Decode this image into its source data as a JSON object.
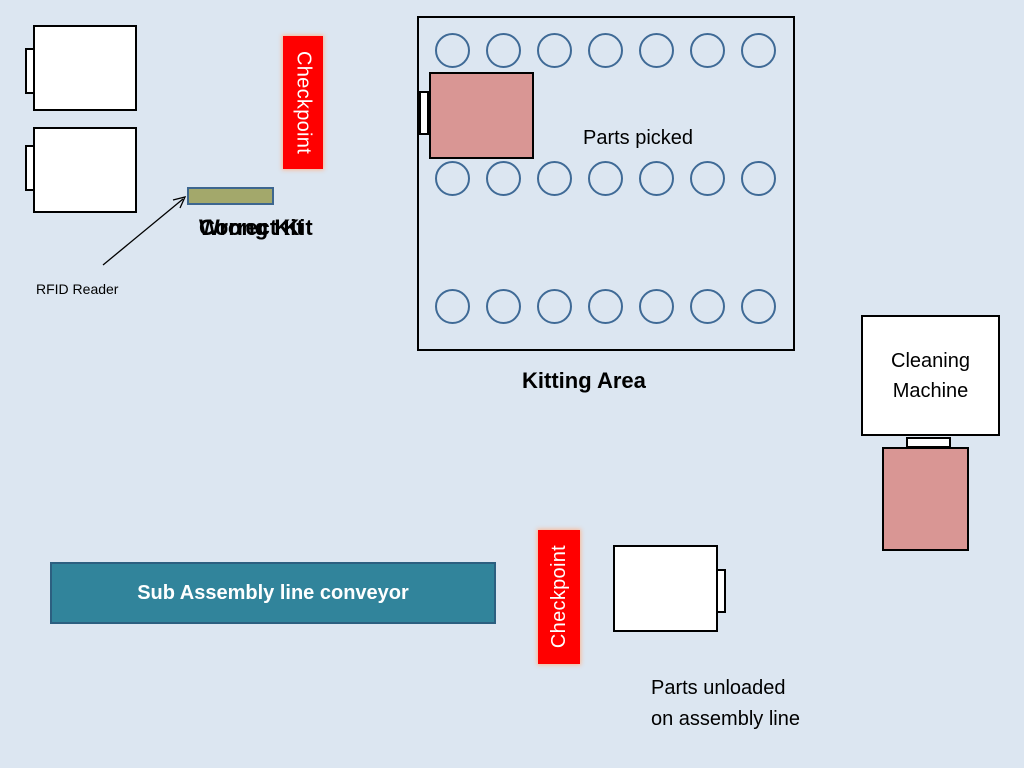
{
  "checkpoints": {
    "top": "Checkpoint",
    "bottom": "Checkpoint"
  },
  "overlapping_status": {
    "first": "Correct Kit",
    "second": "Wrong Kit"
  },
  "rfid_reader_label": "RFID Reader",
  "parts_picked_label": "Parts picked",
  "kitting_area_label": "Kitting Area",
  "cleaning_machine": {
    "line1": "Cleaning",
    "line2": "Machine"
  },
  "conveyor_label": "Sub Assembly line conveyor",
  "parts_unloaded": {
    "line1": "Parts unloaded",
    "line2": "on assembly line"
  },
  "colors": {
    "background": "#dce6f1",
    "checkpoint": "#ff0000",
    "rfid_reader": "#a3a86b",
    "circle_outline": "#3f6a96",
    "kit_cart": "#d99694",
    "conveyor": "#31849b"
  }
}
